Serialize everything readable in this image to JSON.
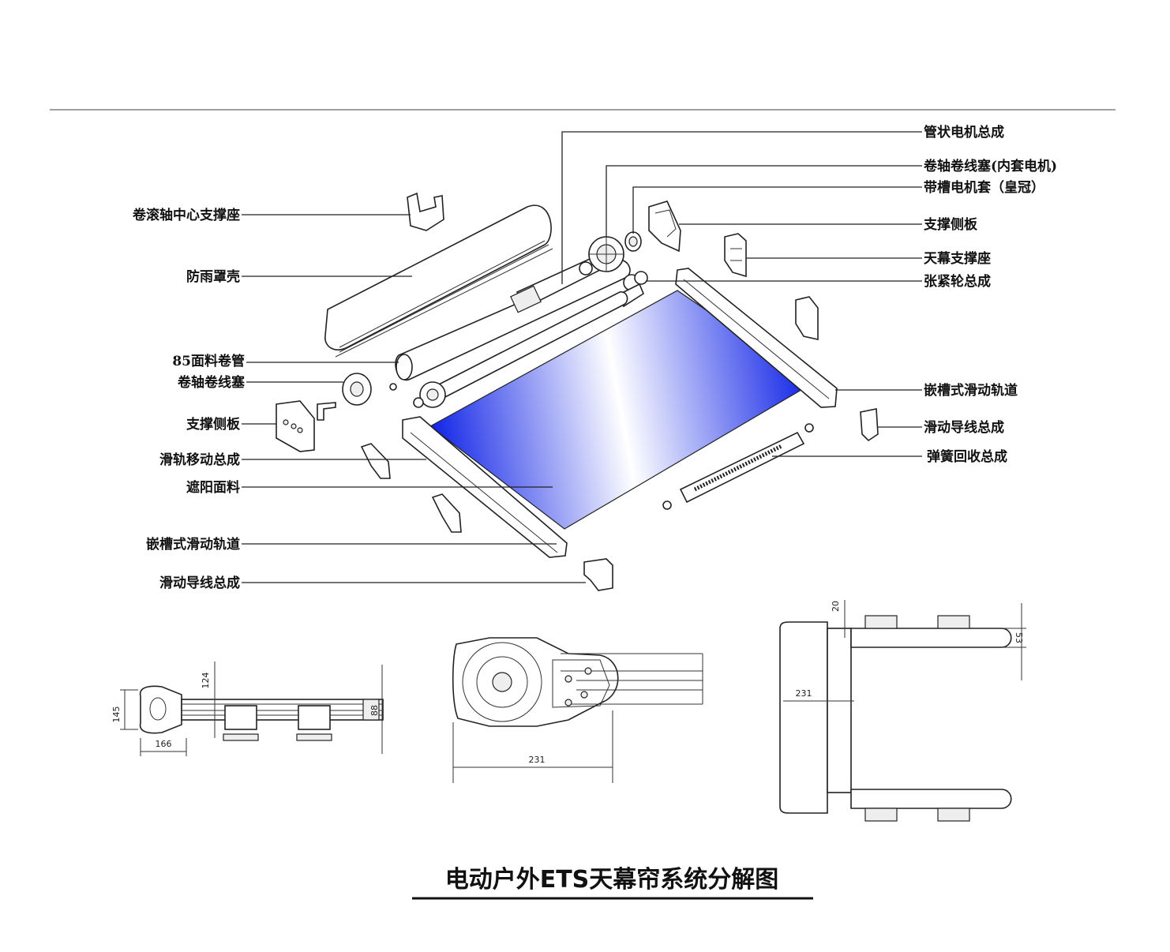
{
  "title": "电动户外ETS天幕帘系统分解图",
  "left_labels": [
    "卷滚轴中心支撑座",
    "防雨罩壳",
    "85面料卷管",
    "卷轴卷线塞",
    "支撑侧板",
    "滑轨移动总成",
    "遮阳面料",
    "嵌槽式滑动轨道",
    "滑动导线总成"
  ],
  "right_labels": [
    "管状电机总成",
    "卷轴卷线塞(内套电机)",
    "带槽电机套（皇冠）",
    "支撑侧板",
    "天幕支撑座",
    "张紧轮总成",
    "嵌槽式滑动轨道",
    "滑动导线总成",
    "弹簧回收总成"
  ],
  "dimensions": {
    "left_view": [
      "124",
      "145",
      "166",
      "88"
    ],
    "middle_view": [
      "231"
    ],
    "right_view": [
      "20",
      "53",
      "231"
    ]
  },
  "colors": {
    "fabric_edge": "#0a1ee6",
    "fabric_center": "#ffffff"
  }
}
